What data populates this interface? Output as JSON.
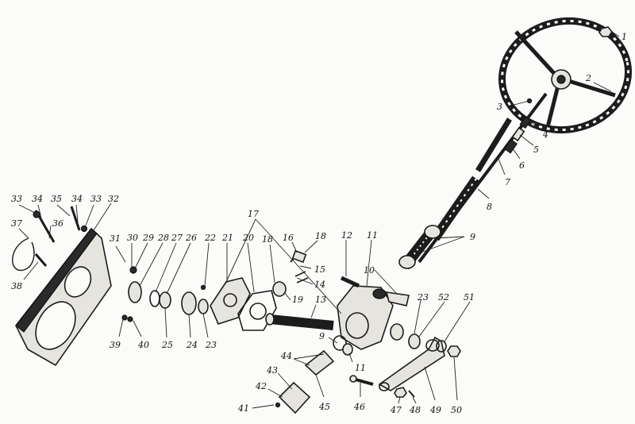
{
  "callouts": [
    {
      "id": "c1",
      "label": "1"
    },
    {
      "id": "c2",
      "label": "2"
    },
    {
      "id": "c3",
      "label": "3"
    },
    {
      "id": "c4",
      "label": "4"
    },
    {
      "id": "c5",
      "label": "5"
    },
    {
      "id": "c6",
      "label": "6"
    },
    {
      "id": "c7",
      "label": "7"
    },
    {
      "id": "c8",
      "label": "8"
    },
    {
      "id": "c9a",
      "label": "9"
    },
    {
      "id": "c9b",
      "label": "9"
    },
    {
      "id": "c10",
      "label": "10"
    },
    {
      "id": "c11a",
      "label": "11"
    },
    {
      "id": "c11b",
      "label": "11"
    },
    {
      "id": "c12",
      "label": "12"
    },
    {
      "id": "c13",
      "label": "13"
    },
    {
      "id": "c14",
      "label": "14"
    },
    {
      "id": "c15",
      "label": "15"
    },
    {
      "id": "c16",
      "label": "16"
    },
    {
      "id": "c17",
      "label": "17"
    },
    {
      "id": "c18a",
      "label": "18"
    },
    {
      "id": "c18b",
      "label": "18"
    },
    {
      "id": "c19",
      "label": "19"
    },
    {
      "id": "c20",
      "label": "20"
    },
    {
      "id": "c21",
      "label": "21"
    },
    {
      "id": "c22",
      "label": "22"
    },
    {
      "id": "c23a",
      "label": "23"
    },
    {
      "id": "c23b",
      "label": "23"
    },
    {
      "id": "c24",
      "label": "24"
    },
    {
      "id": "c25",
      "label": "25"
    },
    {
      "id": "c26",
      "label": "26"
    },
    {
      "id": "c27",
      "label": "27"
    },
    {
      "id": "c28",
      "label": "28"
    },
    {
      "id": "c29",
      "label": "29"
    },
    {
      "id": "c30",
      "label": "30"
    },
    {
      "id": "c31",
      "label": "31"
    },
    {
      "id": "c32",
      "label": "32"
    },
    {
      "id": "c33a",
      "label": "33"
    },
    {
      "id": "c33b",
      "label": "33"
    },
    {
      "id": "c34a",
      "label": "34"
    },
    {
      "id": "c34b",
      "label": "34"
    },
    {
      "id": "c35",
      "label": "35"
    },
    {
      "id": "c36",
      "label": "36"
    },
    {
      "id": "c37",
      "label": "37"
    },
    {
      "id": "c38",
      "label": "38"
    },
    {
      "id": "c39",
      "label": "39"
    },
    {
      "id": "c40",
      "label": "40"
    },
    {
      "id": "c41",
      "label": "41"
    },
    {
      "id": "c42",
      "label": "42"
    },
    {
      "id": "c43",
      "label": "43"
    },
    {
      "id": "c44",
      "label": "44"
    },
    {
      "id": "c45",
      "label": "45"
    },
    {
      "id": "c46",
      "label": "46"
    },
    {
      "id": "c47",
      "label": "47"
    },
    {
      "id": "c48",
      "label": "48"
    },
    {
      "id": "c49",
      "label": "49"
    },
    {
      "id": "c50",
      "label": "50"
    },
    {
      "id": "c51",
      "label": "51"
    },
    {
      "id": "c52",
      "label": "52"
    }
  ]
}
